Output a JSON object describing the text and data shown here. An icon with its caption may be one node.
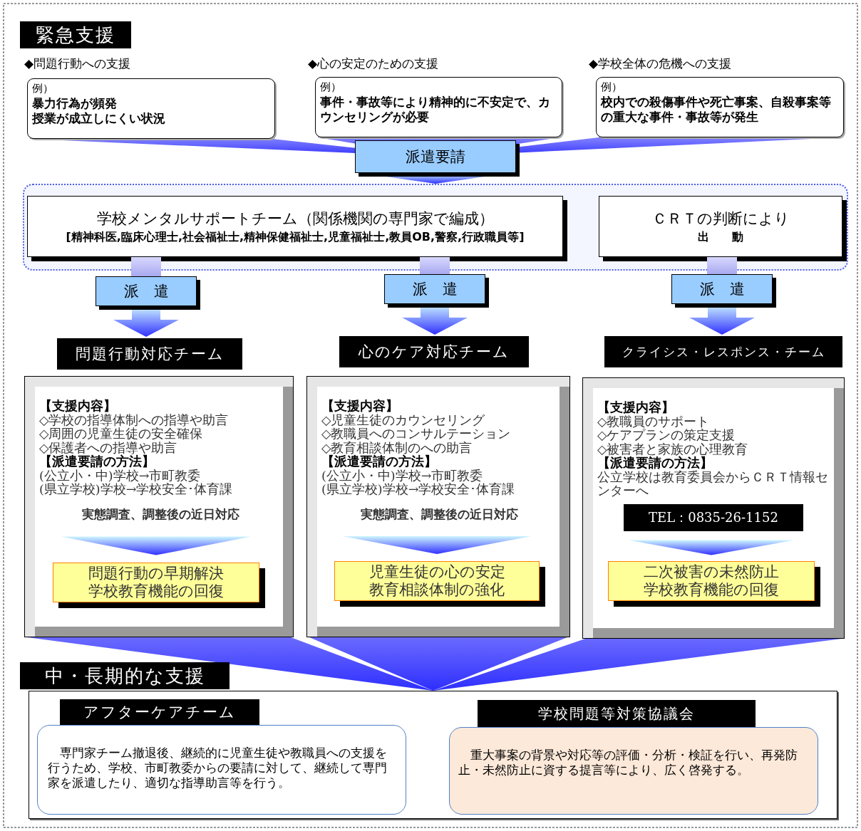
{
  "diagram": {
    "nodes": [
      {
        "text": [
          "緊急支援"
        ]
      },
      {
        "text": [
          "例）",
          "暴力行為が頻発",
          "授業が成立しにくい状況"
        ]
      },
      {
        "text": [
          "例）",
          "事件・事故等により精神的に不安定で、カウンセリングが必要"
        ]
      },
      {
        "text": [
          "例）",
          "校内での殺傷事件や死亡事案、自殺事案等の重大な事件・事故等が発生"
        ]
      },
      {
        "text": [
          "派遣要請"
        ]
      },
      {
        "text": [],
        "shape": "box"
      },
      {
        "text": [
          "学校メンタルサポートチーム（関係機関の専門家で編成）",
          "[精神科医,臨床心理士,社会福祉士,精神保健福祉士,児童福祉士,教員OB,警察,行政職員等]"
        ],
        "in": 5
      },
      {
        "text": [
          "ＣＲＴの判断により",
          "出　　動"
        ],
        "in": 5
      },
      {
        "text": [
          "派　遣"
        ]
      },
      {
        "text": [
          "派　遣"
        ]
      },
      {
        "text": [
          "派　遣"
        ]
      },
      {
        "text": [
          "問題行動対応チーム"
        ]
      },
      {
        "text": [
          "心のケア対応チーム"
        ]
      },
      {
        "text": [
          "クライシス・レスポンス・チーム"
        ]
      },
      {
        "text": [
          "【支援内容】",
          "◇学校の指導体制への指導や助言",
          "◇周囲の児童生徒の安全確保",
          "◇保護者への指導や助言",
          "【派遣要請の方法】",
          "(公立小・中)学校→市町教委",
          "(県立学校)学校→学校安全･体育課"
        ]
      },
      {
        "text": [
          "実態調査、調整後の近日対応"
        ],
        "in": 14
      },
      {
        "text": [
          "問題行動の早期解決",
          "学校教育機能の回復"
        ],
        "in": 14
      },
      {
        "text": [
          "【支援内容】",
          "◇児童生徒のカウンセリング",
          "◇教職員へのコンサルテーション",
          "◇教育相談体制のへの助言",
          "【派遣要請の方法】",
          "(公立小・中)学校→市町教委",
          "(県立学校)学校→学校安全･体育課"
        ]
      },
      {
        "text": [
          "実態調査、調整後の近日対応"
        ],
        "in": 17
      },
      {
        "text": [
          "児童生徒の心の安定",
          "教育相談体制の強化"
        ],
        "in": 17
      },
      {
        "text": [
          "【支援内容】",
          "◇教職員のサポート",
          "◇ケアプランの策定支援",
          "◇被害者と家族の心理教育",
          "【派遣要請の方法】",
          "公立学校は教育委員会からＣＲＴ情報センターへ"
        ]
      },
      {
        "text": [
          "TEL：0835-26-1152"
        ],
        "in": 20
      },
      {
        "text": [
          "二次被害の未然防止",
          "学校教育機能の回復"
        ],
        "in": 20
      },
      {
        "text": [
          "中・長期的な支援"
        ]
      },
      {
        "text": [],
        "shape": "box"
      },
      {
        "text": [
          "アフターケアチーム"
        ],
        "in": 24
      },
      {
        "text": [
          "専門家チーム撤退後、継続的に児童生徒や教職員への支援を行うため、学校、市町教委からの要請に対して、継続して専門家を派遣したり、適切な指導助言等を行う。"
        ],
        "in": 24
      },
      {
        "text": [
          "学校問題等対策協議会"
        ],
        "in": 24
      },
      {
        "text": [
          "重大事案の背景や対応等の評価・分析・検証を行い、再発防止・未然防止に資する提言等により、広く啓発する。"
        ],
        "in": 24
      }
    ],
    "edges": [
      {
        "from": 1,
        "to": 4,
        "arrow": "to"
      },
      {
        "from": 2,
        "to": 4,
        "arrow": "to"
      },
      {
        "from": 3,
        "to": 4,
        "arrow": "to"
      },
      {
        "from": 4,
        "to": 5,
        "arrow": "to"
      },
      {
        "from": 6,
        "to": 8,
        "arrow": "none"
      },
      {
        "from": 8,
        "to": 11,
        "arrow": "to"
      },
      {
        "from": 6,
        "to": 9,
        "arrow": "none"
      },
      {
        "from": 9,
        "to": 12,
        "arrow": "to"
      },
      {
        "from": 7,
        "to": 10,
        "arrow": "none"
      },
      {
        "from": 10,
        "to": 13,
        "arrow": "to"
      },
      {
        "from": 15,
        "to": 16,
        "arrow": "to"
      },
      {
        "from": 18,
        "to": 19,
        "arrow": "to"
      },
      {
        "from": 21,
        "to": 22,
        "arrow": "to"
      },
      {
        "from": 14,
        "to": 24,
        "arrow": "to"
      },
      {
        "from": 17,
        "to": 24,
        "arrow": "to"
      },
      {
        "from": 20,
        "to": 24,
        "arrow": "to"
      }
    ],
    "labels": [
      "◆問題行動への支援",
      "◆心の安定のための支援",
      "◆学校全体の危機への支援"
    ]
  }
}
